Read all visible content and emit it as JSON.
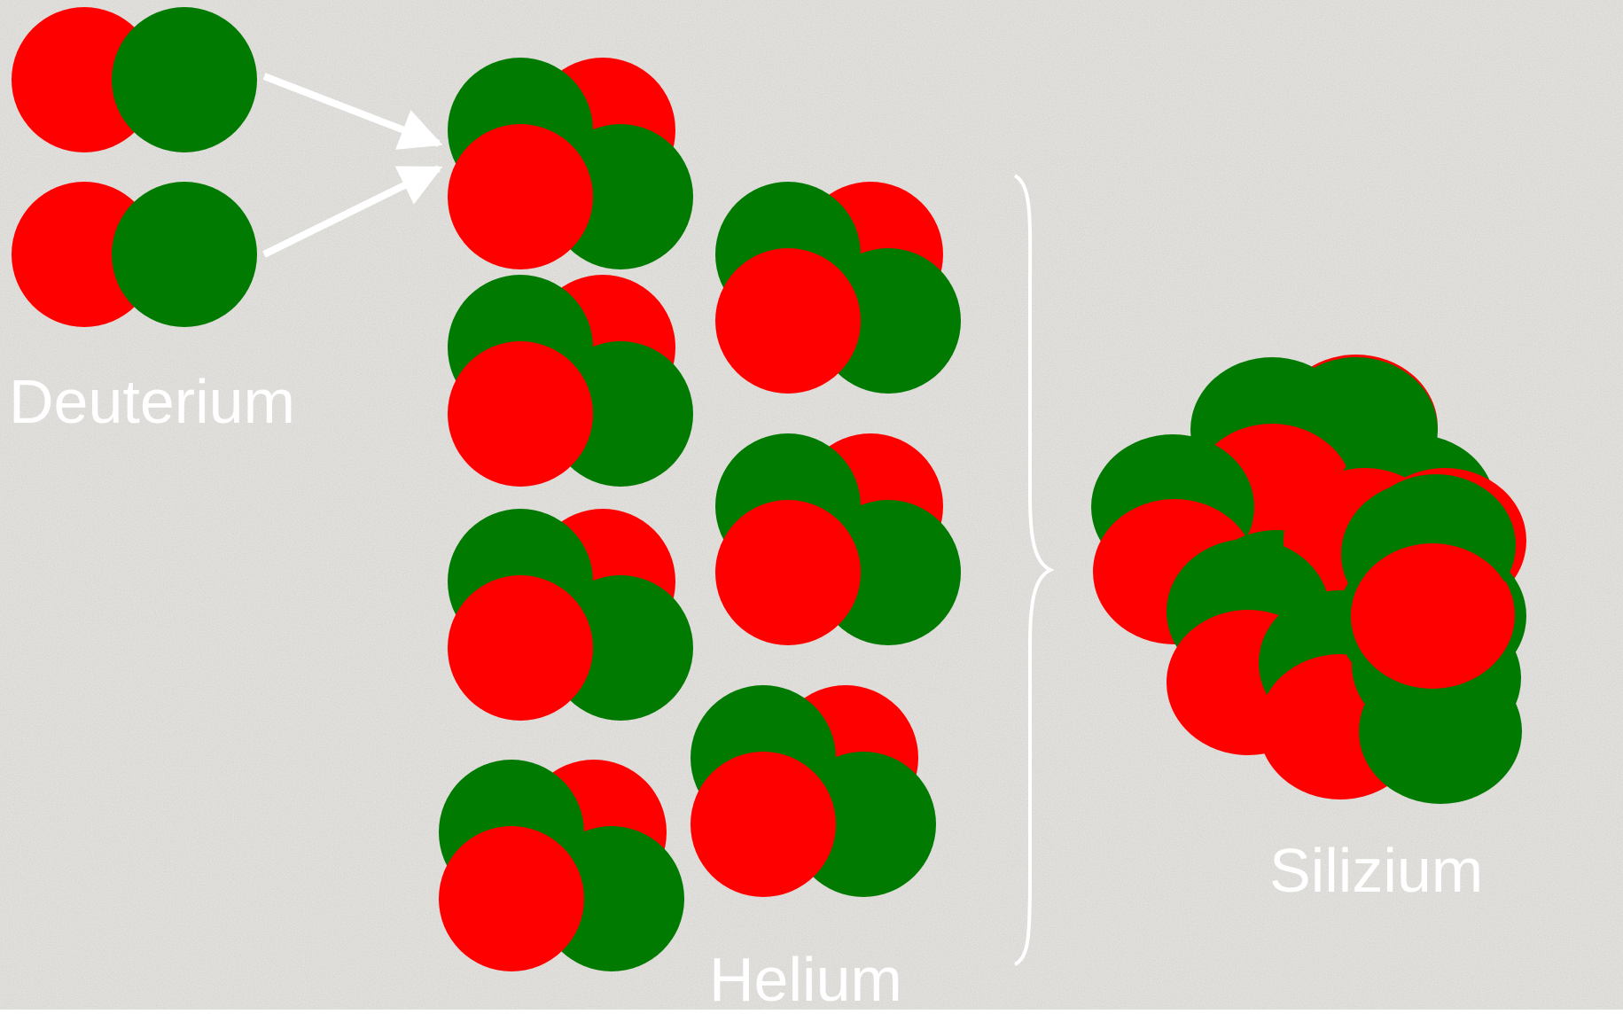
{
  "labels": {
    "deuterium": "Deuterium",
    "helium": "Helium",
    "silizium": "Silizium"
  },
  "colors": {
    "proton": "#ff0000",
    "neutron": "#007a00",
    "arrow": "#ffffff",
    "background": "#d8d6d2"
  },
  "particles": {
    "deuterium_nuclei": 2,
    "helium_nuclei": 7,
    "silizium_nucleus": 1
  }
}
